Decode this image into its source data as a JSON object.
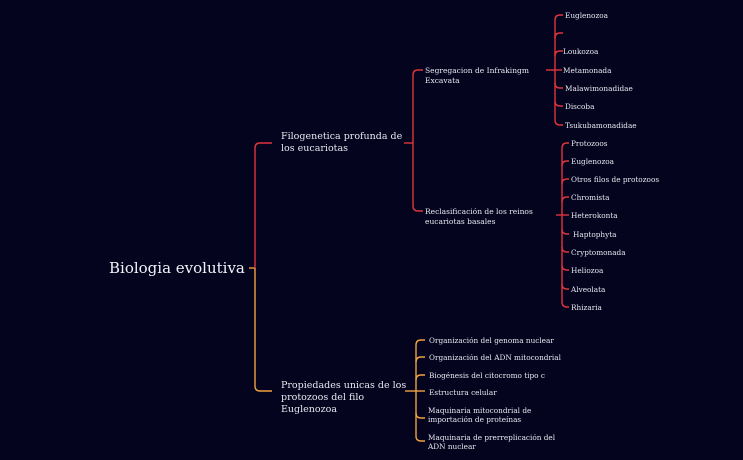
{
  "colors": {
    "background": "#04041f",
    "branch_red": "#e0343c",
    "branch_orange": "#f0a040",
    "text": "#e8e8f0"
  },
  "root": {
    "label": "Biologia evolutiva"
  },
  "branches": [
    {
      "label": "Filogenetica profunda de los eucariotas",
      "children": [
        {
          "label": "Segregacion de Infrakingm Excavata",
          "children": [
            "Euglenozoa",
            "",
            "Loukozoa",
            "Metamonada",
            "Malawimonadidae",
            "Discoba",
            "Tsukubamonadidae"
          ]
        },
        {
          "label": "Reclasificación de los reinos eucariotas basales",
          "children": [
            "Protozoos",
            "Euglenozoa",
            "Otros filos de protozoos",
            "Chromista",
            "Heterokonta",
            "Haptophyta",
            "Cryptomonada",
            "Heliozoa",
            "Alveolata",
            "Rhizaria"
          ]
        }
      ]
    },
    {
      "label": "Propiedades unicas de los protozoos del filo Euglenozoa",
      "children": [
        "Organización del genoma nuclear",
        "Organización del ADN mitocondrial",
        "Biogénesis del citocromo tipo c",
        "Estructura celular",
        "Maquinaria mitocondrial de importación de proteínas",
        "Maquinaria de prerreplicación del ADN nuclear"
      ]
    }
  ]
}
